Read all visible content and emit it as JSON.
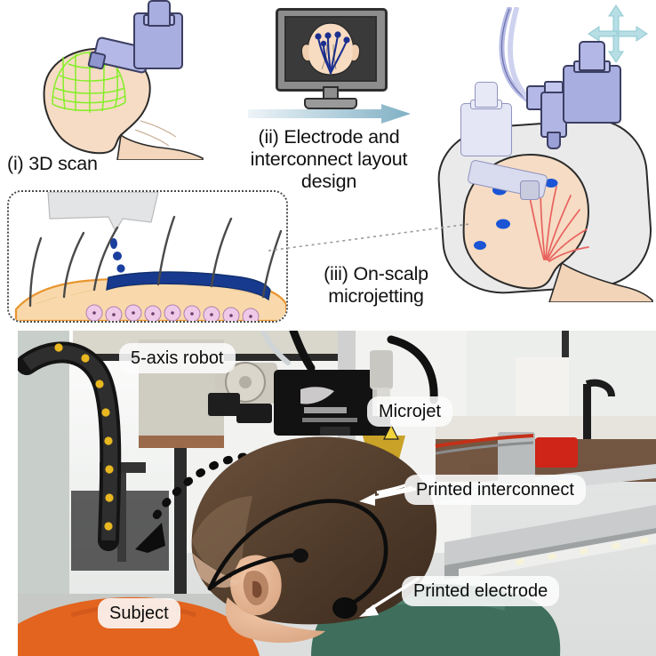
{
  "figure": {
    "title": "On-scalp microjet printing of EEG electrodes workflow",
    "panels": [
      "schematic-workflow",
      "laboratory-photograph"
    ]
  },
  "illustration": {
    "steps": [
      {
        "id": "i",
        "caption": "(i) 3D scan",
        "icon": "3d-scanner-icon"
      },
      {
        "id": "ii",
        "caption": "(ii) Electrode and\ninterconnect layout\ndesign",
        "icon": "monitor-icon"
      },
      {
        "id": "iii",
        "caption": "(iii) On-scalp\nmicrojetting",
        "icon": "printhead-icon"
      }
    ],
    "step_i_caption": "(i) 3D scan",
    "step_ii_caption_line1": "(ii) Electrode and",
    "step_ii_caption_line2": "interconnect layout",
    "step_ii_caption_line3": "design",
    "step_iii_caption_line1": "(iii) On-scalp",
    "step_iii_caption_line2": "microjetting",
    "monitor": {
      "electrode_count": 5,
      "electrode_color": "#1b2f8f",
      "screen_color": "#3a3a3a",
      "bezel_color": "#8d8d8d"
    },
    "scan_mesh_color": "#7ef01f",
    "device_color": "#a9aee0",
    "skin_color": "#f6dcc4",
    "pillow_color": "#e9e9ea",
    "interconnect_color": "#e8635f",
    "droplet_color": "#1b3f9e",
    "arrow_color_start": "#eef4f8",
    "arrow_color_end": "#7fb0c4",
    "inset": {
      "hair_color": "#4a4a4a",
      "ink_layer_color": "#173a8f",
      "epidermis_color": "#f6d3a8",
      "dermis_cell_color": "#e9c8e4",
      "droplets": 3
    }
  },
  "photo": {
    "labels": [
      {
        "key": "robot",
        "text": "5-axis robot"
      },
      {
        "key": "microjet",
        "text": "Microjet"
      },
      {
        "key": "inter",
        "text": "Printed interconnect"
      },
      {
        "key": "electrode",
        "text": "Printed electrode"
      },
      {
        "key": "subject",
        "text": "Subject"
      }
    ],
    "robot_label": "5-axis robot",
    "microjet_label": "Microjet",
    "interconnect_label": "Printed interconnect",
    "electrode_label": "Printed electrode",
    "subject_label": "Subject",
    "scene": {
      "subject_shirt_color": "#e2641f",
      "headrest_color": "#3f6e5c",
      "rail_color": "#c9cbcc",
      "cable_chain_color": "#1a1a1a",
      "cable_chain_bolt_color": "#e9b720",
      "dispenser_body_color": "#16161a",
      "printed_trace_color": "#121212",
      "motion_arrow_style": "dotted-curved",
      "printed_electrode_dots": 2
    }
  }
}
